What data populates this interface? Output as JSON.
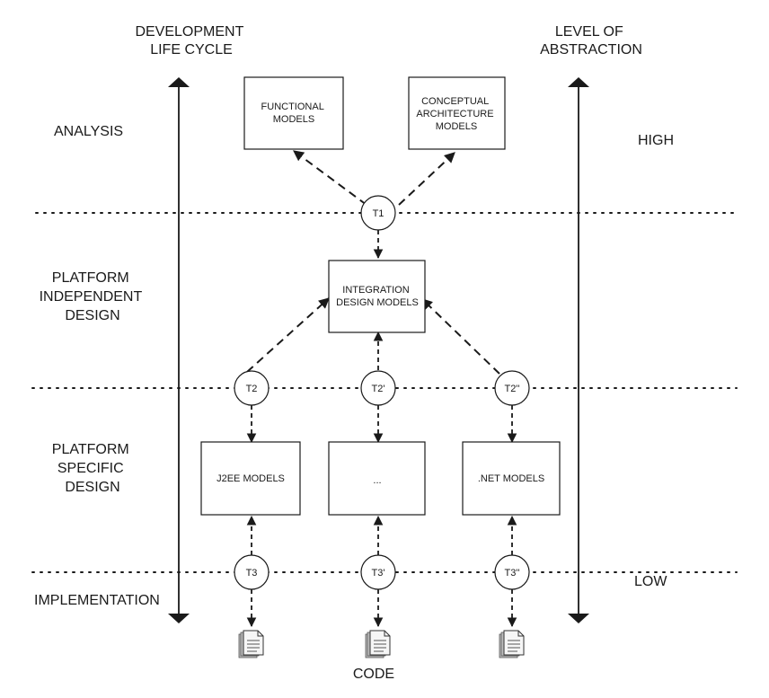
{
  "headers": {
    "lifecycle": [
      "DEVELOPMENT",
      "LIFE CYCLE"
    ],
    "abstraction": [
      "LEVEL OF",
      "ABSTRACTION"
    ]
  },
  "phases": {
    "analysis": [
      "ANALYSIS"
    ],
    "pid": [
      "PLATFORM",
      "INDEPENDENT",
      "DESIGN"
    ],
    "psd": [
      "PLATFORM",
      "SPECIFIC",
      "DESIGN"
    ],
    "impl": [
      "IMPLEMENTATION"
    ]
  },
  "levels": {
    "high": "HIGH",
    "low": "LOW"
  },
  "boxes": {
    "functional": [
      "FUNCTIONAL",
      "MODELS"
    ],
    "conceptual": [
      "CONCEPTUAL",
      "ARCHITECTURE",
      "MODELS"
    ],
    "integration": [
      "INTEGRATION",
      "DESIGN MODELS"
    ],
    "j2ee": [
      "J2EE MODELS"
    ],
    "ellipsis": [
      "..."
    ],
    "dotnet": [
      ".NET MODELS"
    ]
  },
  "transforms": {
    "t1": "T1",
    "t2": "T2",
    "t2p": "T2'",
    "t2pp": "T2''",
    "t3": "T3",
    "t3p": "T3'",
    "t3pp": "T3''"
  },
  "code_label": "CODE"
}
